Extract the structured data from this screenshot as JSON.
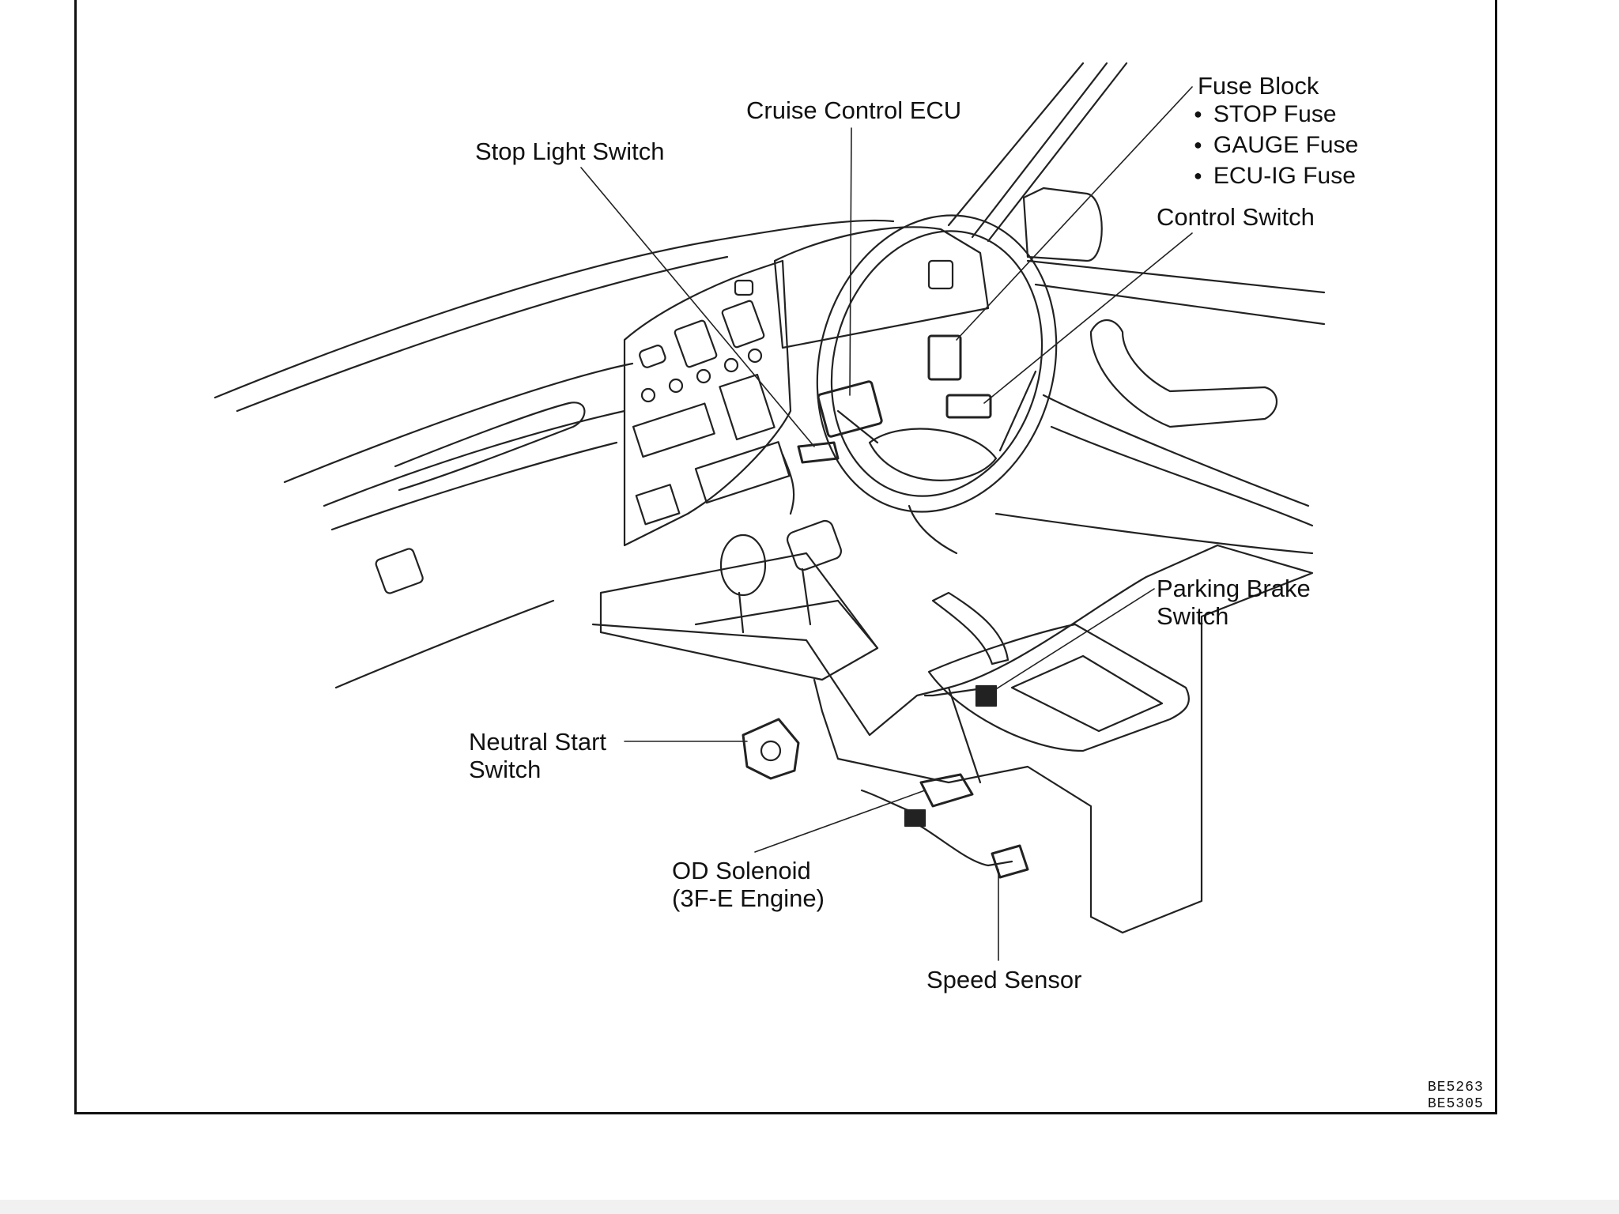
{
  "labels": {
    "cruise_control_ecu": "Cruise Control ECU",
    "stop_light_switch": "Stop  Light  Switch",
    "fuse_block": "Fuse Block",
    "control_switch": "Control  Switch",
    "parking_brake_switch_l1": "Parking Brake",
    "parking_brake_switch_l2": "Switch",
    "neutral_start_switch_l1": "Neutral  Start",
    "neutral_start_switch_l2": "Switch",
    "od_solenoid_l1": "OD  Solenoid",
    "od_solenoid_l2": "(3F-E  Engine)",
    "speed_sensor": "Speed Sensor"
  },
  "fuses": [
    "STOP Fuse",
    "GAUGE Fuse",
    "ECU-IG Fuse"
  ],
  "figure_codes": [
    "BE5263",
    "BE5305"
  ]
}
